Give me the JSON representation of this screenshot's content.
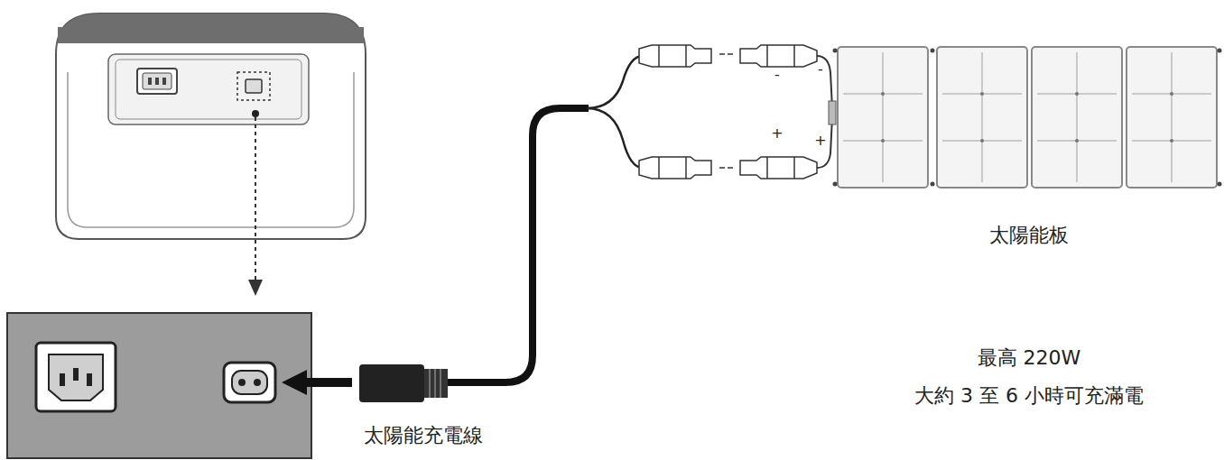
{
  "diagram": {
    "labels": [
      "-",
      "-",
      "+",
      "+",
      "太陽能充電線",
      "太陽能板",
      "最高 220W",
      "大約 3 至 6 小時可充滿電"
    ]
  }
}
